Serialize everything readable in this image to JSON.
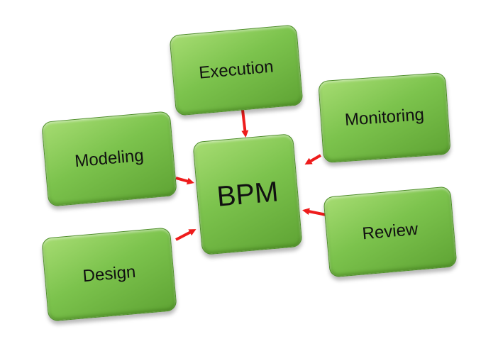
{
  "diagram": {
    "center": "BPM",
    "nodes": {
      "execution": "Execution",
      "monitoring": "Monitoring",
      "modeling": "Modeling",
      "review": "Review",
      "design": "Design"
    },
    "colors": {
      "box_fill": "#7cc34d",
      "box_border": "#4f8f2a",
      "arrow": "#ee1c1c",
      "text": "#111111"
    }
  }
}
